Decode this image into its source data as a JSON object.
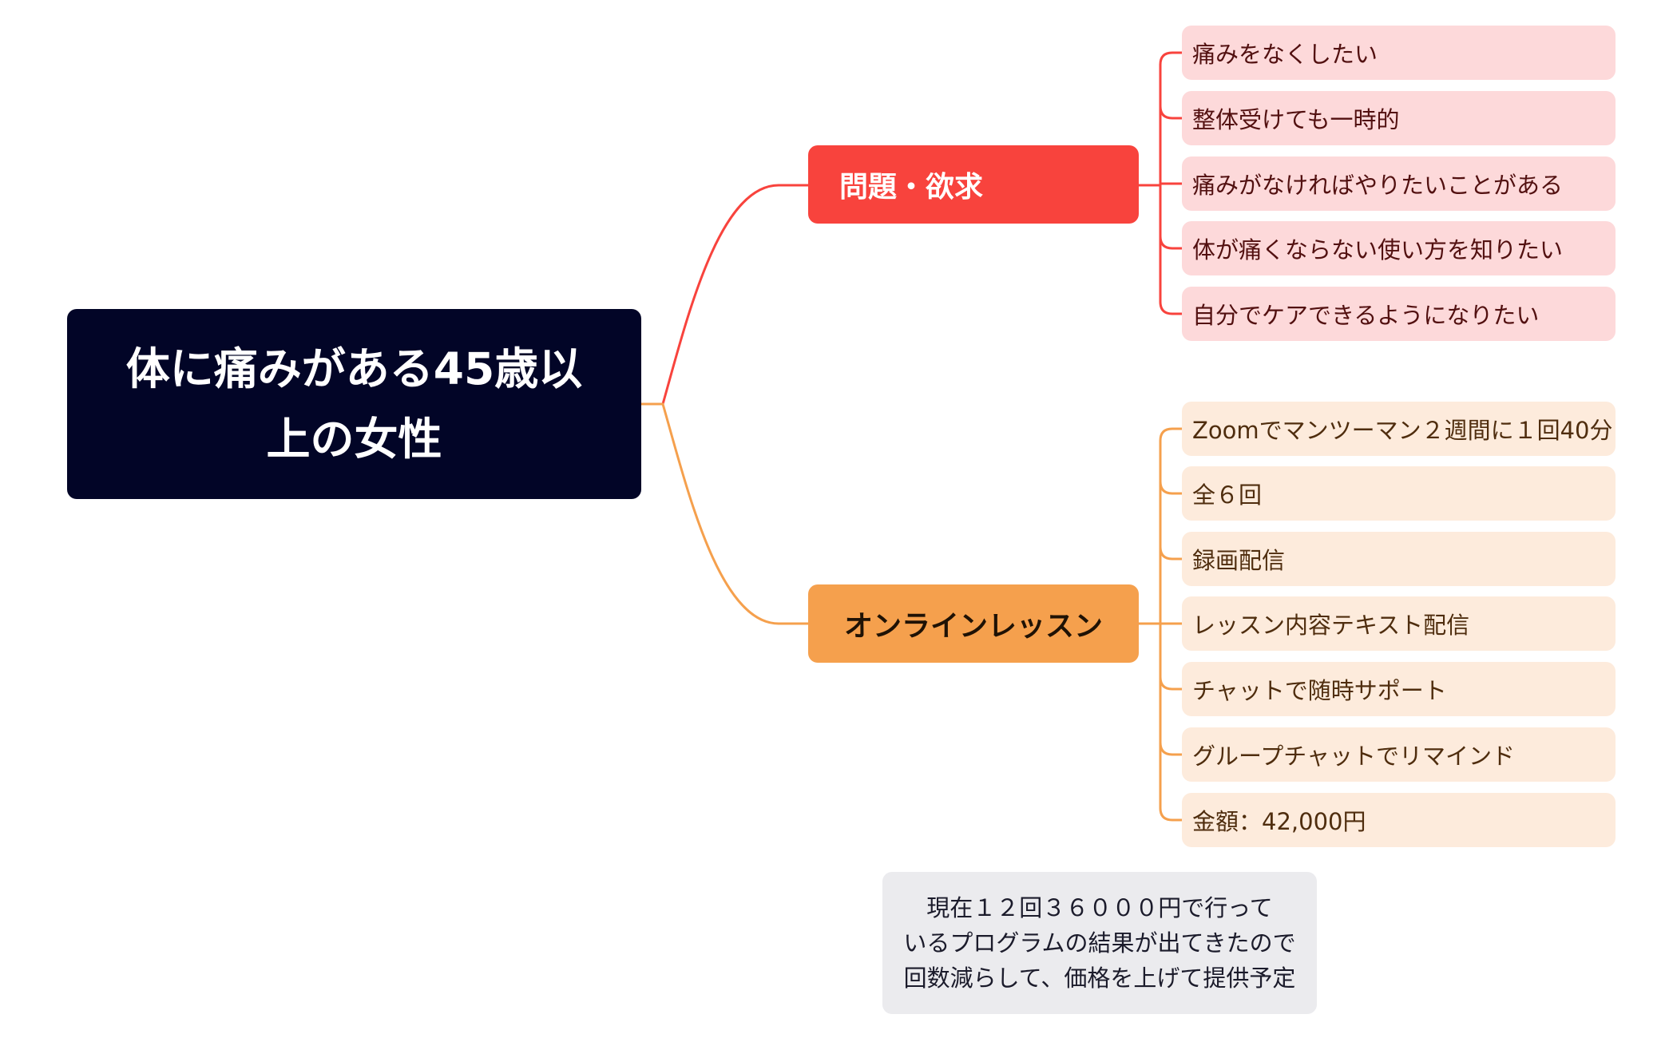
{
  "root": {
    "title": "体に痛みがある45歳以上の女性"
  },
  "branches": [
    {
      "label": "問題・欲求",
      "color": "#f8433d",
      "children": [
        "痛みをなくしたい",
        "整体受けても一時的",
        "痛みがなければやりたいことがある",
        "体が痛くならない使い方を知りたい",
        "自分でケアできるようになりたい"
      ]
    },
    {
      "label": "オンラインレッスン",
      "color": "#f5a04d",
      "children": [
        "Zoomでマンツーマン２週間に１回40分",
        "全６回",
        "録画配信",
        "レッスン内容テキスト配信",
        "チャットで随時サポート",
        "グループチャットでリマインド",
        "金額：42,000円"
      ]
    }
  ],
  "note": {
    "lines": [
      "現在１２回３６０００円で行って",
      "いるプログラムの結果が出てきたので",
      "回数減らして、価格を上げて提供予定"
    ]
  },
  "colors": {
    "root_bg": "#020527",
    "leaf_red_bg": "#fdd9da",
    "leaf_orange_bg": "#fdebdc",
    "note_bg": "#ebebee"
  }
}
